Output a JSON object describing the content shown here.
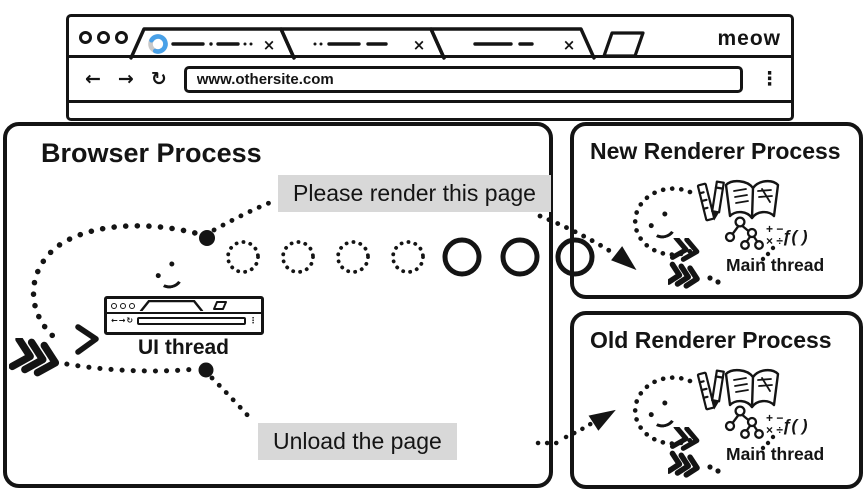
{
  "window": {
    "brand": "meow",
    "tabs": [
      {
        "label_scribble": "— · — ··",
        "close": "×",
        "has_spinner": true
      },
      {
        "label_scribble": "·· — —",
        "close": "×",
        "has_spinner": false
      },
      {
        "label_scribble": "— –",
        "close": "×",
        "has_spinner": false
      }
    ],
    "toolbar": {
      "back": "←",
      "forward": "→",
      "reload": "↻",
      "url": "www.othersite.com",
      "menu": "⋮"
    }
  },
  "browser_process": {
    "title": "Browser Process",
    "thread_label": "UI thread"
  },
  "messages": {
    "render_page": "Please render this page",
    "unload_page": "Unload the page"
  },
  "renderers": [
    {
      "title": "New Renderer Process",
      "thread_label": "Main thread"
    },
    {
      "title": "Old Renderer Process",
      "thread_label": "Main thread"
    }
  ],
  "thread_icons": {
    "math_row1": "+ −",
    "math_row2": "× ÷",
    "function": "ƒ( )"
  },
  "colors": {
    "ink": "#141414",
    "accent_blue": "#49a1e8",
    "spinner_tail": "#c9c9c9",
    "label_bg": "#d8d8d8"
  }
}
